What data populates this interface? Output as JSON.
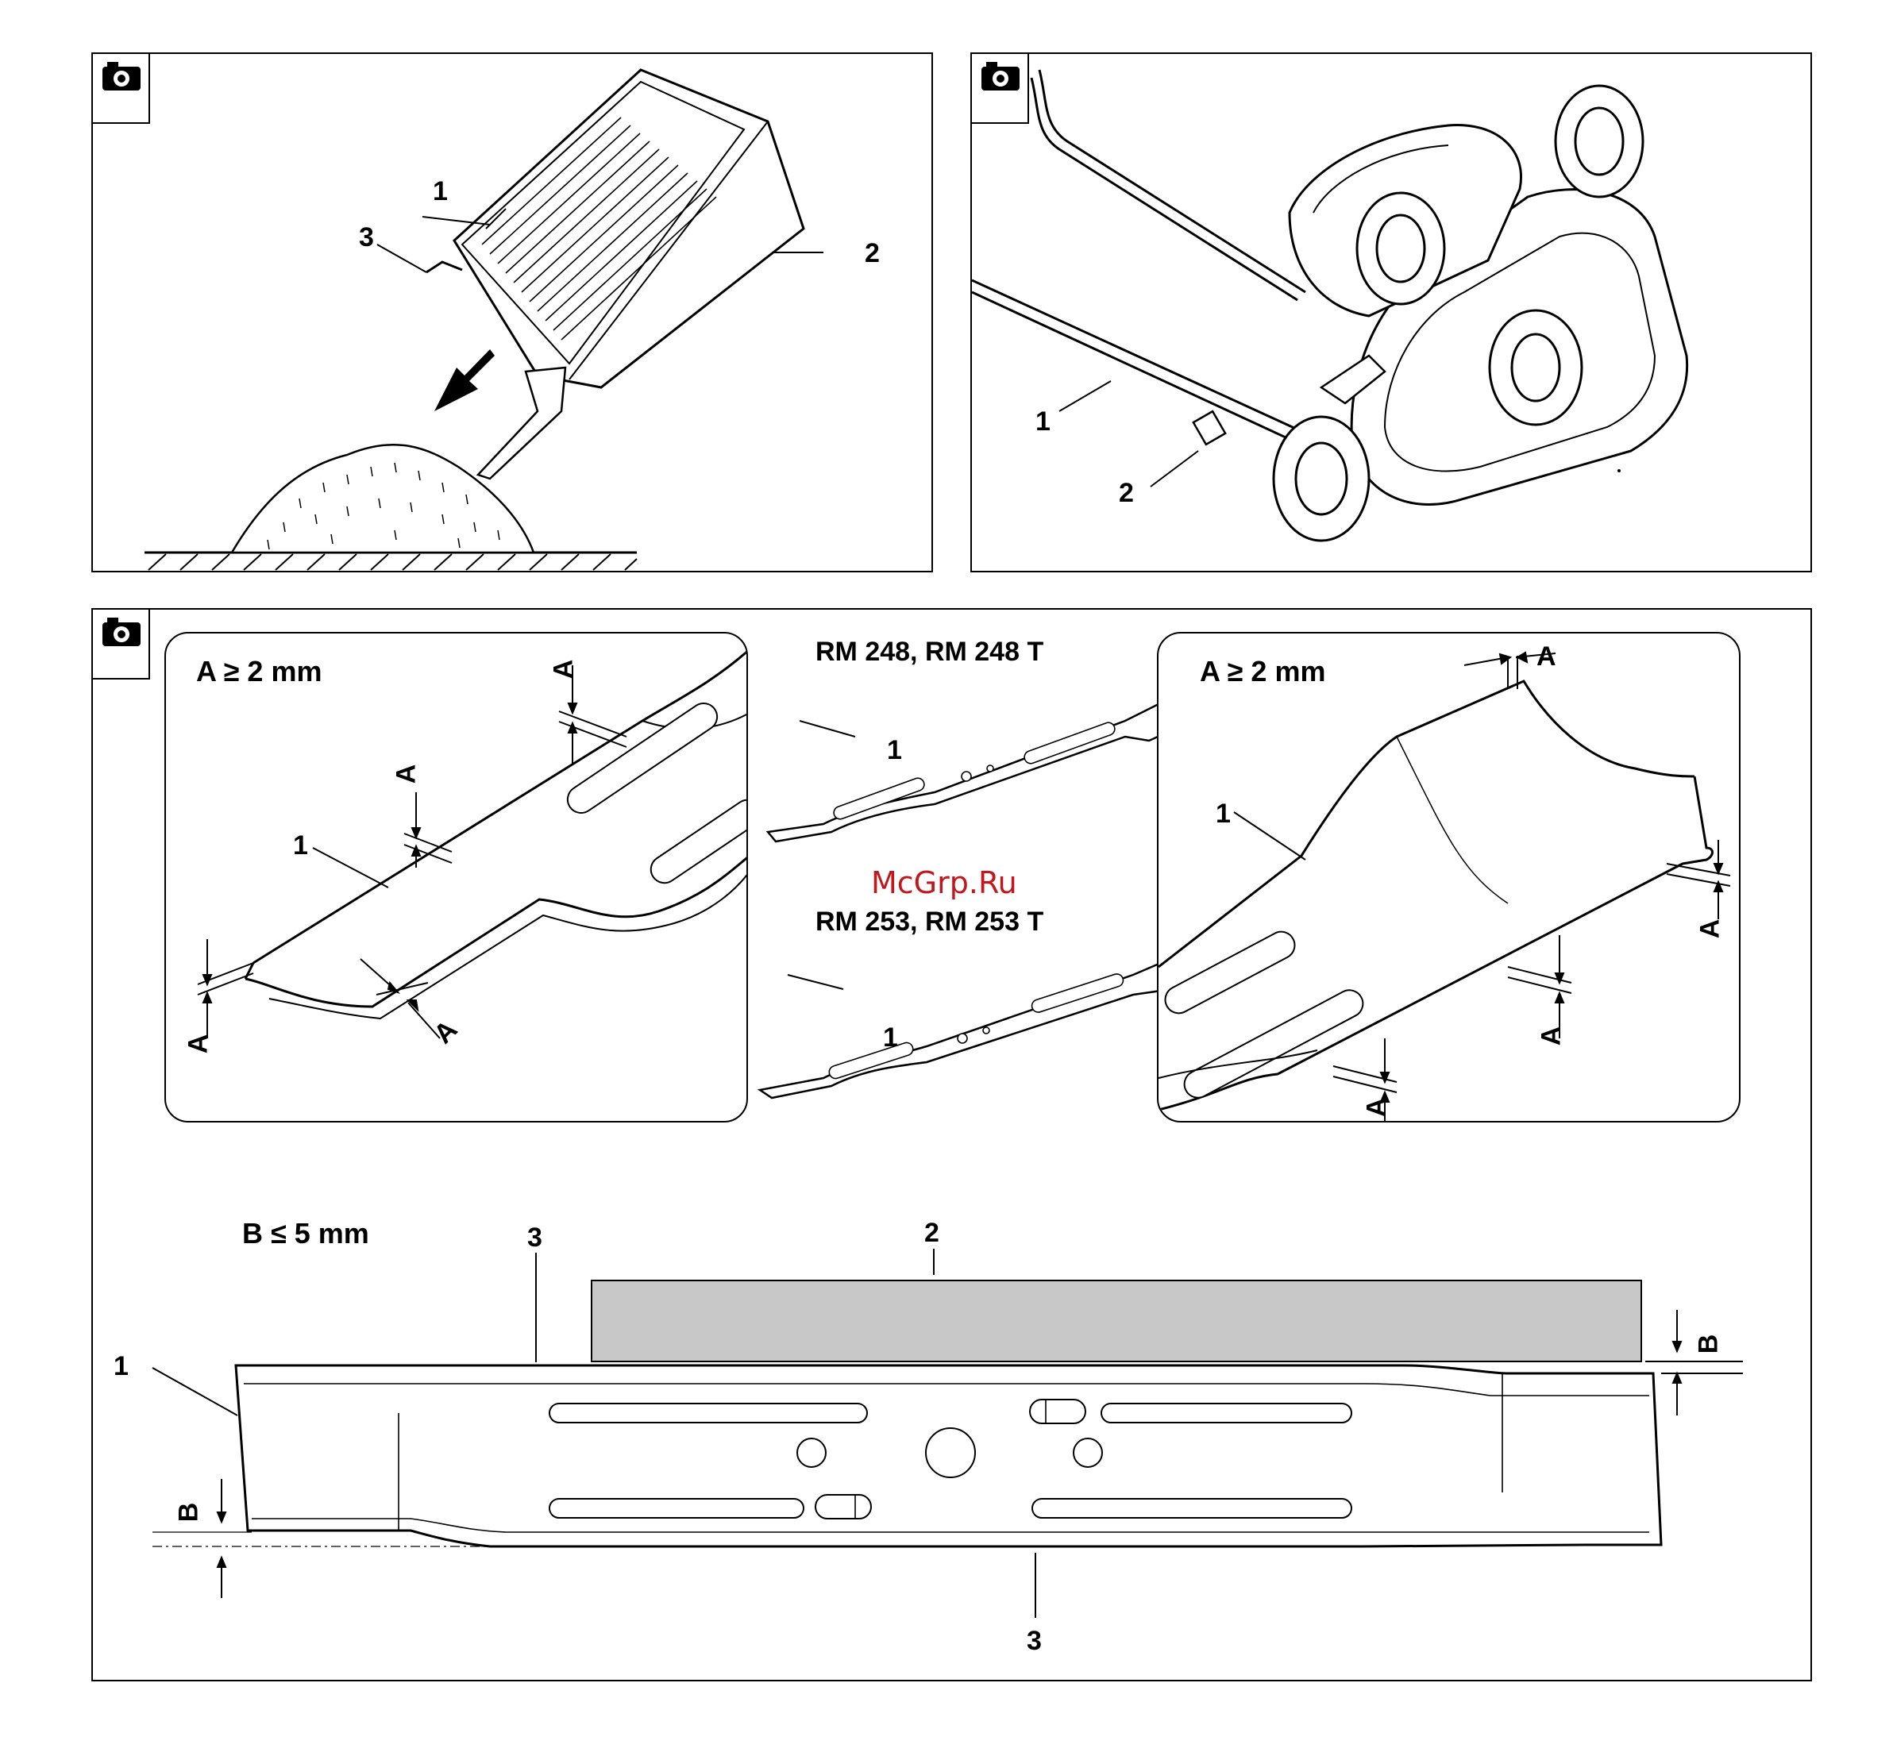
{
  "panel_top_left": {
    "callouts": [
      "1",
      "2",
      "3"
    ]
  },
  "panel_top_right": {
    "callouts": [
      "1",
      "2"
    ]
  },
  "panel_bottom": {
    "inset_left": {
      "title": "A ≥ 2 mm",
      "callout": "1",
      "dim_label": "A"
    },
    "inset_right": {
      "title": "A ≥ 2 mm",
      "callout": "1",
      "dim_label": "A"
    },
    "model_a": "RM 248, RM 248 T",
    "model_b": "RM 253, RM 253 T",
    "watermark": "McGrp.Ru",
    "blade_callout": "1",
    "bottom": {
      "title": "B ≤ 5 mm",
      "callouts": [
        "1",
        "2",
        "3",
        "3"
      ],
      "dim_label": "B"
    }
  },
  "icons": [
    "camera-icon",
    "camera-icon",
    "camera-icon",
    "arrow-down-left-icon"
  ],
  "colors": {
    "line": "#000000",
    "straightedge_fill": "#c8c8c8",
    "watermark": "#c0181e"
  }
}
